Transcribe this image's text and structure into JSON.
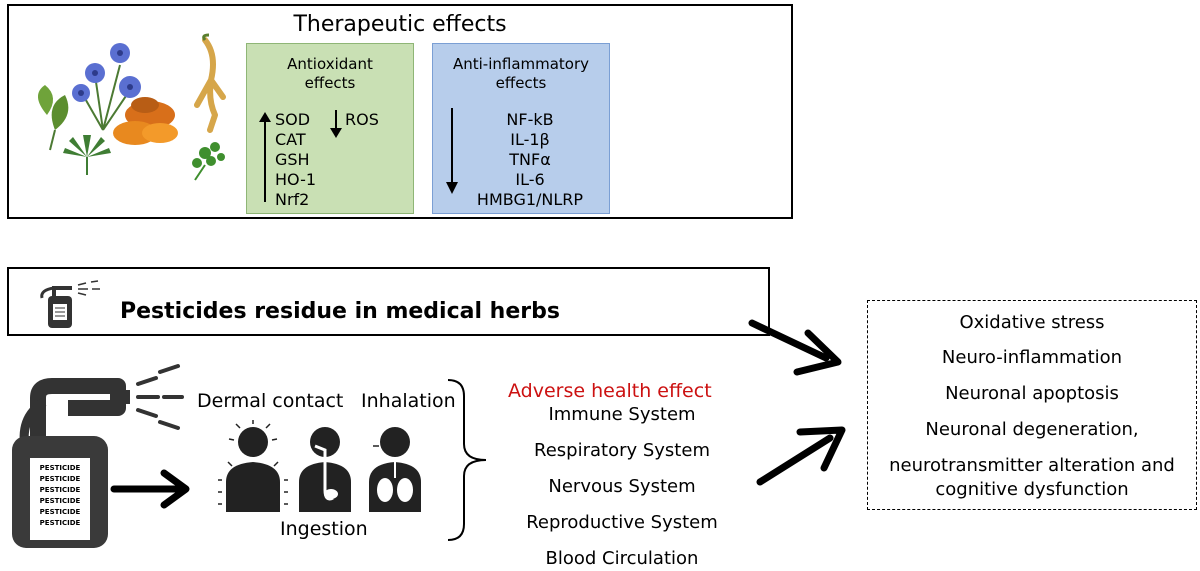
{
  "therapeutic": {
    "title": "Therapeutic effects",
    "antioxidant": {
      "title_line1": "Antioxidant",
      "title_line2": "effects",
      "up_items": [
        "SOD",
        "CAT",
        "GSH",
        "HO-1",
        "Nrf2"
      ],
      "down_item": "ROS",
      "color": "#c9e0b4"
    },
    "anti_inflammatory": {
      "title_line1": "Anti-inflammatory",
      "title_line2": "effects",
      "down_items": [
        "NF-kB",
        "IL-1β",
        "TNFα",
        "IL-6",
        "HMBG1/NLRP"
      ],
      "color": "#b7cdeb"
    }
  },
  "pesticides": {
    "title": "Pesticides residue in medical herbs",
    "can_label_lines": [
      "PESTICIDE",
      "PESTICIDE",
      "PESTICIDE",
      "PESTICIDE",
      "PESTICIDE",
      "PESTICIDE"
    ]
  },
  "exposure": {
    "dermal": "Dermal contact",
    "inhalation": "Inhalation",
    "ingestion": "Ingestion"
  },
  "adverse": {
    "title": "Adverse health effect",
    "title_color": "#cc1111",
    "systems": [
      "Immune System",
      "Respiratory System",
      "Nervous System",
      "Reproductive System",
      "Blood Circulation"
    ]
  },
  "outcomes": [
    "Oxidative stress",
    "Neuro-inflammation",
    "Neuronal apoptosis",
    "Neuronal degeneration,",
    "neurotransmitter alteration and",
    "cognitive dysfunction"
  ]
}
